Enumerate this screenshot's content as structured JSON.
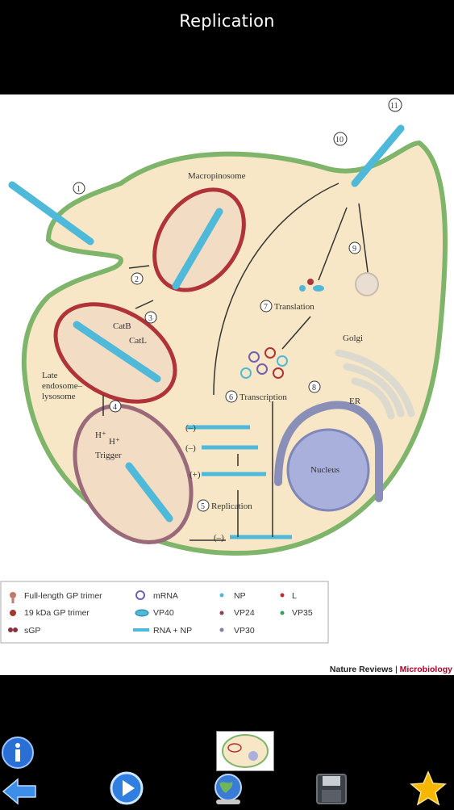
{
  "header": {
    "title": "Replication"
  },
  "figure": {
    "labels": {
      "macropinosome": "Macropinosome",
      "catb": "CatB",
      "catl": "CatL",
      "late_endosome_1": "Late",
      "late_endosome_2": "endosome–",
      "late_endosome_3": "lysosome",
      "h1": "H⁺",
      "h2": "H⁺",
      "trigger": "Trigger",
      "translation": "Translation",
      "transcription": "Transcription",
      "replication": "Replication",
      "golgi": "Golgi",
      "er": "ER",
      "nucleus": "Nucleus",
      "neg1": "(–)",
      "neg2": "(–)",
      "pos": "(+)",
      "neg3": "(–)"
    },
    "steps": [
      "1",
      "2",
      "3",
      "4",
      "5",
      "6",
      "7",
      "8",
      "9",
      "10",
      "11"
    ],
    "legend": {
      "full_gp": "Full-length GP trimer",
      "kda_gp": "19 kDa GP trimer",
      "sgp": "sGP",
      "mrna": "mRNA",
      "vp40": "VP40",
      "rna_np": "RNA + NP",
      "np": "NP",
      "vp24": "VP24",
      "vp30": "VP30",
      "l": "L",
      "vp35": "VP35"
    },
    "credit_journal": "Nature Reviews",
    "credit_sep": " | ",
    "credit_section": "Microbiology"
  },
  "toolbar": {
    "info_icon": "info-icon",
    "back_icon": "back-arrow-icon",
    "play_icon": "play-icon",
    "globe_icon": "globe-icon",
    "save_icon": "floppy-disk-icon",
    "favorite_icon": "star-icon"
  },
  "colors": {
    "cell_fill": "#f7e7c6",
    "membrane": "#7fb56a",
    "vesicle": "#b0333a",
    "rna": "#4fb9d9",
    "nucleus": "#9a9fd0",
    "star": "#f5b700"
  }
}
